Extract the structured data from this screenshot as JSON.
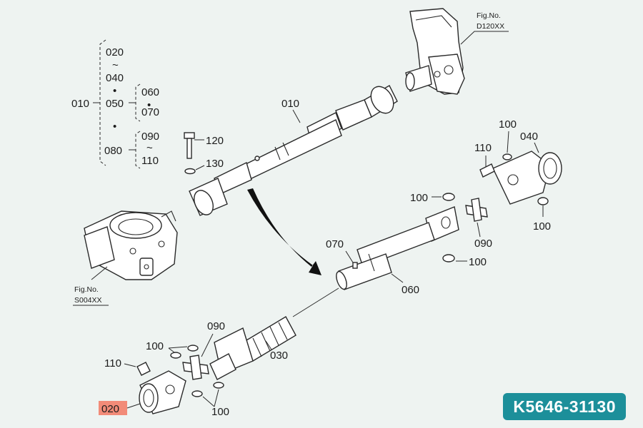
{
  "diagram": {
    "part_number": "K5646-31130",
    "fig_refs": [
      {
        "label": "Fig.No.",
        "code": "D120XX"
      },
      {
        "label": "Fig.No.",
        "code": "S004XX"
      }
    ],
    "tree": {
      "root": "010",
      "a1": "020",
      "tilde1": "~",
      "a2": "040",
      "dot1": "•",
      "a3": "050",
      "b1": "060",
      "dot2": "•",
      "b2": "070",
      "dot3": "•",
      "c1": "080",
      "d1": "090",
      "tilde2": "~",
      "d2": "110"
    },
    "callouts": {
      "shaft_010": "010",
      "bolt_120": "120",
      "washer_130": "130",
      "r_100a": "100",
      "r_040": "040",
      "r_110": "110",
      "r_100b": "100",
      "r_090": "090",
      "r_100c": "100",
      "r_100d": "100",
      "m_070": "070",
      "m_060": "060",
      "l_100a": "100",
      "l_090": "090",
      "l_030": "030",
      "l_110": "110",
      "l_020": "020",
      "l_100b": "100"
    },
    "highlight_color": "#f28b78",
    "badge_color": "#1c8f9a"
  }
}
